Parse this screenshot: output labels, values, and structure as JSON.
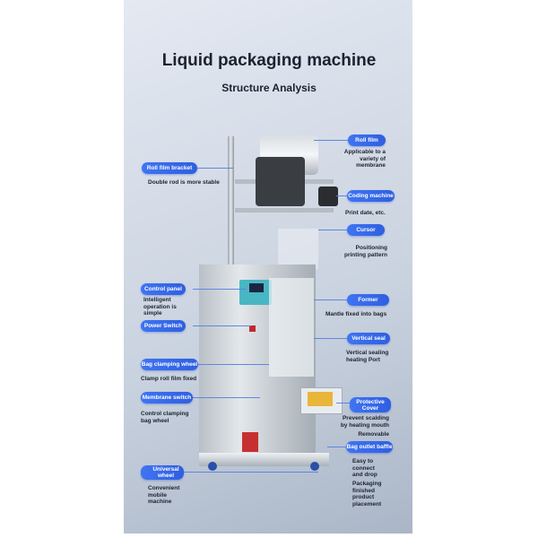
{
  "title": "Liquid packaging machine",
  "subtitle": "Structure Analysis",
  "callouts": {
    "roll_film_bracket": {
      "label": "Roll film bracket",
      "desc": "Double rod is more stable"
    },
    "control_panel": {
      "label": "Control panel",
      "desc": "Intelligent operation is simple"
    },
    "power_switch": {
      "label": "Power Switch"
    },
    "bag_clamping_wheel": {
      "label": "Bag clamping wheel",
      "desc": "Clamp roll film fixed"
    },
    "membrane_switch": {
      "label": "Membrane switch",
      "desc": "Control clamping bag wheel"
    },
    "universal_wheel": {
      "label": "Universal wheel",
      "desc": "Convenient mobile machine"
    },
    "roll_film": {
      "label": "Roll film",
      "desc": "Applicable to a variety of membrane"
    },
    "coding_machine": {
      "label": "Coding machine",
      "desc": "Print date, etc."
    },
    "cursor": {
      "label": "Cursor",
      "desc": "Positioning printing pattern"
    },
    "former": {
      "label": "Former",
      "desc": "Mantle fixed into bags"
    },
    "vertical_seal": {
      "label": "Vertical seal",
      "desc": "Vertical sealing heating Port"
    },
    "protective_cover": {
      "label": "Protective Cover",
      "desc": "Prevent scalding by heating mouth",
      "desc2": "Removable"
    },
    "bag_outlet_baffle": {
      "label": "Bag outlet baffle",
      "desc": "Easy to connect and drop",
      "desc2": "Packaging finished product placement"
    }
  }
}
